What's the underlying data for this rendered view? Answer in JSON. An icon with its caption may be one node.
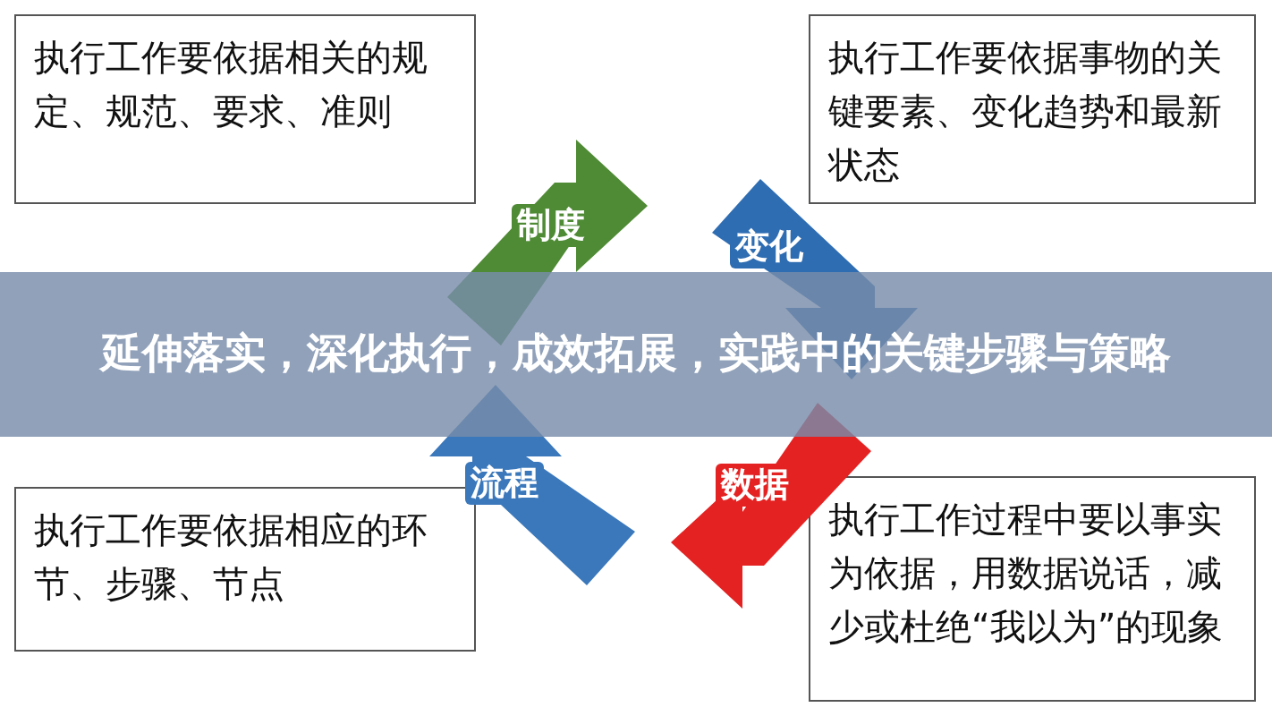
{
  "diagram": {
    "title": "延伸落实，深化执行，成效拓展，实践中的关键步骤与策略",
    "nodes": [
      {
        "text": [
          "执行工作要依据相关的规定、规范、要求、准则"
        ]
      },
      {
        "text": [
          "执行工作要依据事物的关键要素、变化趋势和最新状态"
        ]
      },
      {
        "text": [
          "执行工作要依据相应的环节、步骤、节点"
        ]
      },
      {
        "text": [
          "执行工作过程中要以事实为依据，用数据说话，减少或杜绝“我以为”的现象"
        ]
      },
      {
        "text": [
          "制度"
        ]
      },
      {
        "text": [
          "变化"
        ]
      },
      {
        "text": [
          "数据"
        ]
      },
      {
        "text": [
          "流程"
        ]
      }
    ],
    "edges": []
  }
}
